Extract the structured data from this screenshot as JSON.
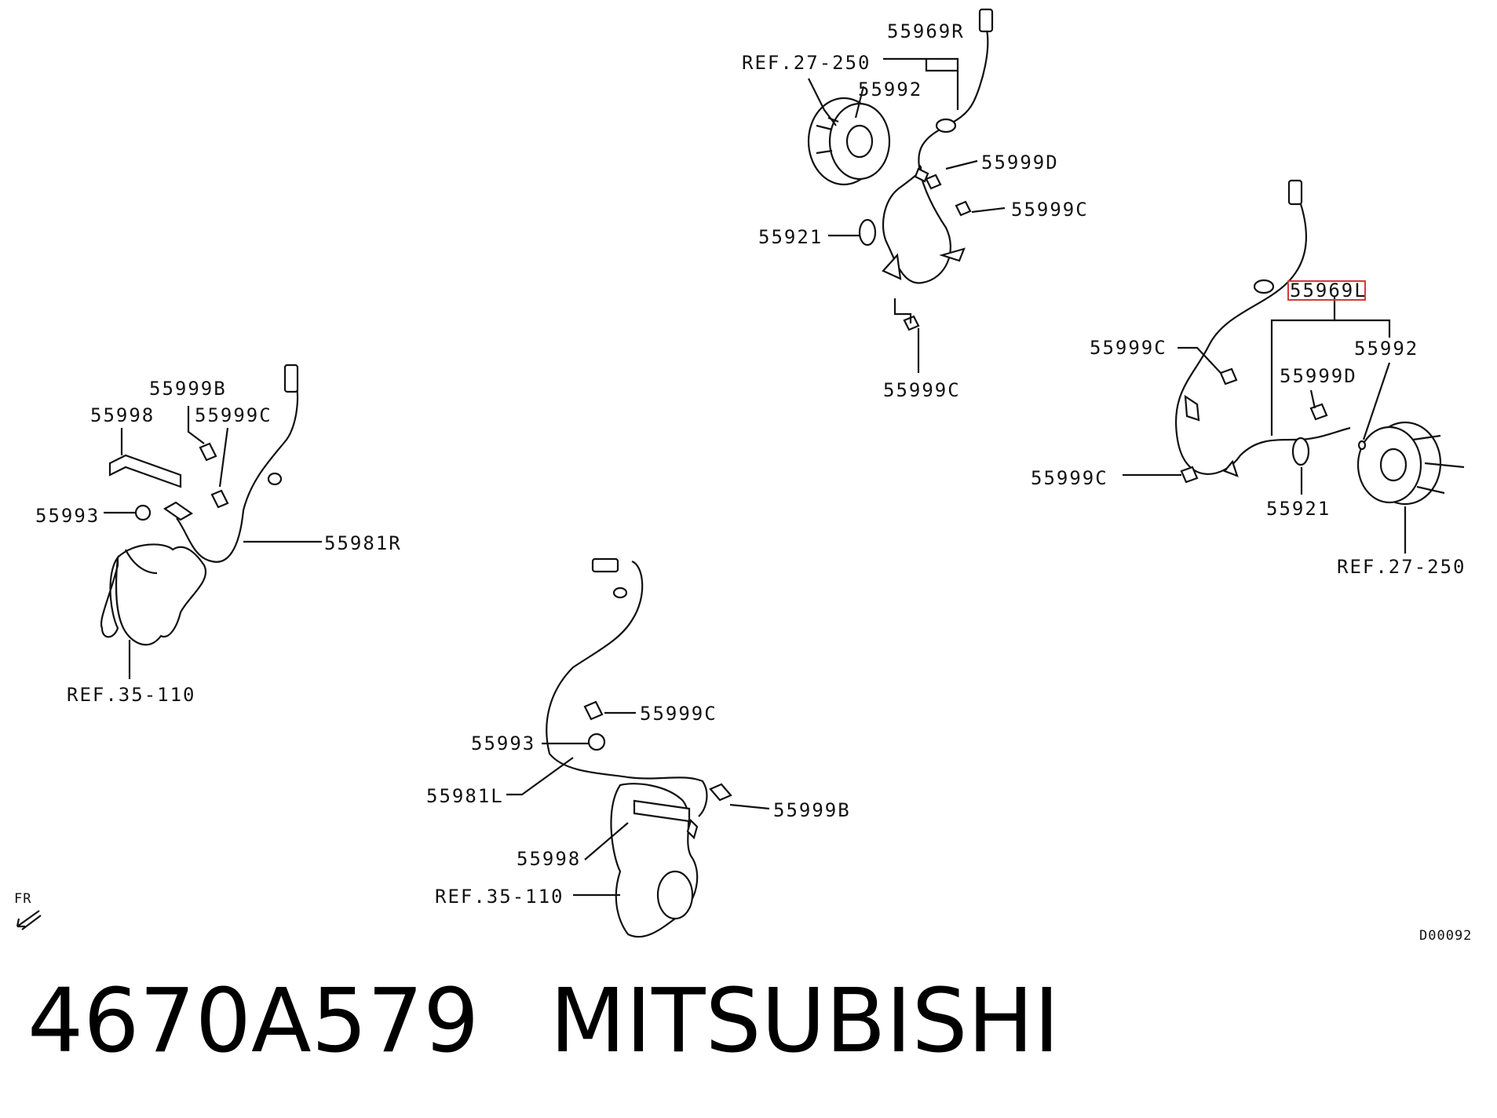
{
  "callouts": {
    "front_right": [
      "55969R",
      "REF.27-250",
      "55992",
      "55999D",
      "55999C",
      "55921",
      "55999C"
    ],
    "front_left": [
      "55969L",
      "55992",
      "55999C",
      "55999D",
      "55999C",
      "55921",
      "REF.27-250"
    ],
    "rear_right": [
      "55999B",
      "55998",
      "55999C",
      "55993",
      "55981R",
      "REF.35-110"
    ],
    "rear_left": [
      "55999C",
      "55993",
      "55981L",
      "55999B",
      "55998",
      "REF.35-110"
    ]
  },
  "highlight": {
    "color": "#d43a3a",
    "target": "55969L"
  },
  "direction_marker": "FR",
  "drawing_code": "D00092",
  "footer": {
    "part_number": "4670A579",
    "brand": "MITSUBISHI"
  }
}
